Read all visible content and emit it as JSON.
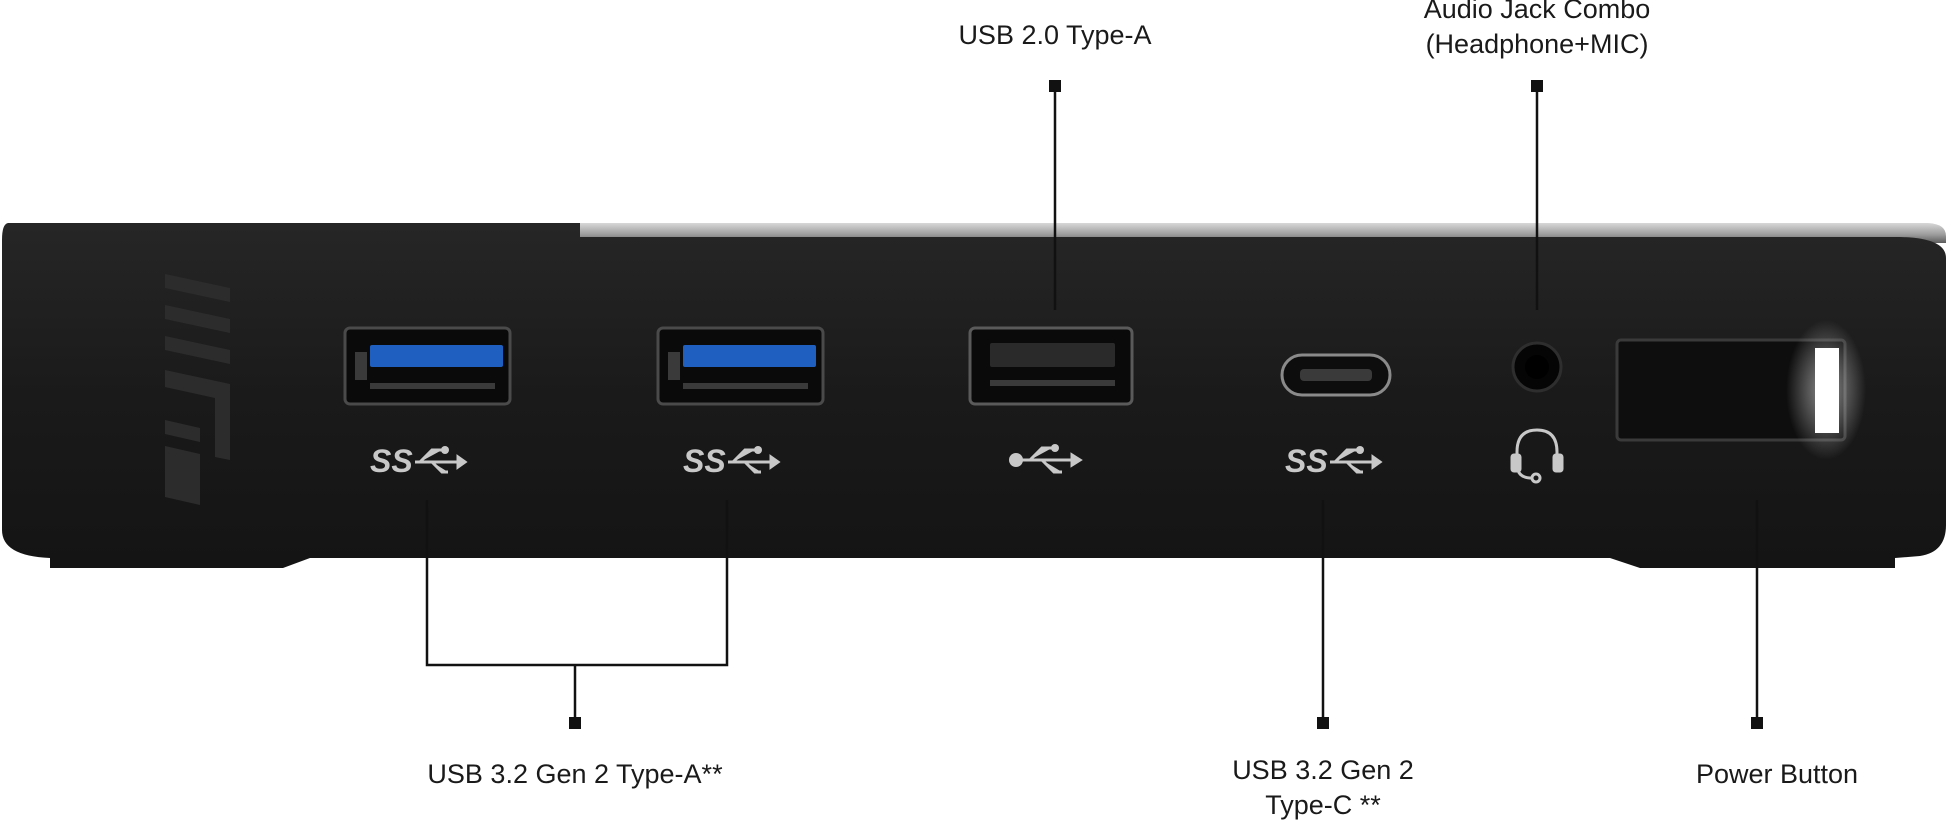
{
  "labels": {
    "usb2": "USB 2.0 Type-A",
    "audio_line1": "Audio Jack Combo",
    "audio_line2": "(Headphone+MIC)",
    "usb32a": "USB 3.2 Gen 2 Type-A**",
    "usb32c_line1": "USB 3.2 Gen 2",
    "usb32c_line2": "Type-C **",
    "power": "Power Button"
  },
  "ports": [
    {
      "name": "usb32a-port-1",
      "type": "usb-a-blue",
      "icon": "superspeed-usb-icon"
    },
    {
      "name": "usb32a-port-2",
      "type": "usb-a-blue",
      "icon": "superspeed-usb-icon"
    },
    {
      "name": "usb2-port",
      "type": "usb-a-black",
      "icon": "usb-icon"
    },
    {
      "name": "usb32c-port",
      "type": "usb-c",
      "icon": "superspeed-usb-icon"
    },
    {
      "name": "audio-jack",
      "type": "audio",
      "icon": "headset-icon"
    },
    {
      "name": "power-button",
      "type": "power",
      "icon": "power-light"
    }
  ],
  "colors": {
    "chassis": "#1c1c1c",
    "usb3_blue": "#1f5fbf",
    "leader_line": "#111111",
    "power_led": "#ffffff"
  }
}
